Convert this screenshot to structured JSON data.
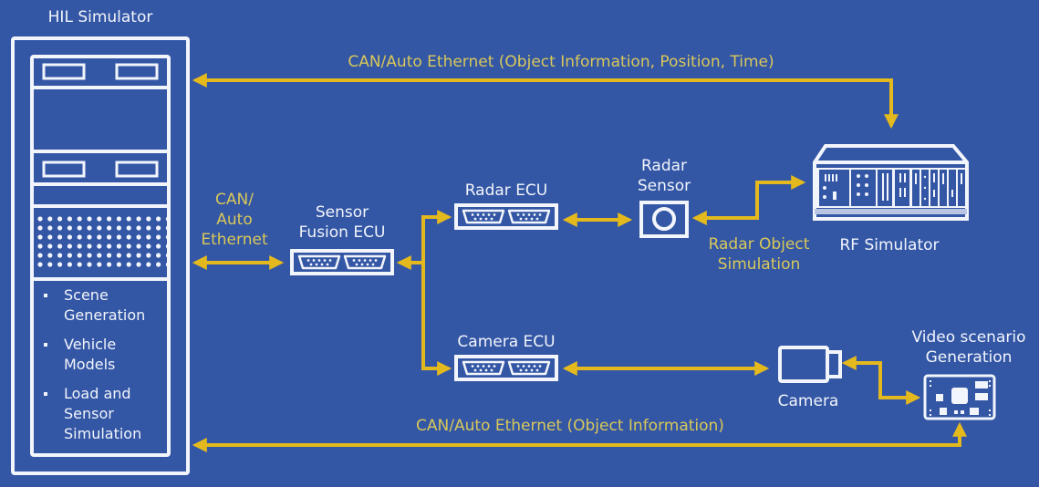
{
  "colors": {
    "background": "#3356a5",
    "foreground": "#f2f5fb",
    "connector": "#e3b91e",
    "connector_label": "#d9c85a"
  },
  "hil": {
    "title": "HIL Simulator",
    "features": [
      {
        "lines": [
          "Scene",
          "Generation"
        ]
      },
      {
        "lines": [
          "Vehicle",
          "Models"
        ]
      },
      {
        "lines": [
          "Load and",
          "Sensor",
          "Simulation"
        ]
      }
    ]
  },
  "nodes": {
    "sensor_fusion": {
      "label_lines": [
        "Sensor",
        "Fusion ECU"
      ],
      "icon": "dual-serial-connector-icon"
    },
    "radar_ecu": {
      "label": "Radar ECU",
      "icon": "dual-serial-connector-icon"
    },
    "radar_sensor": {
      "label_lines": [
        "Radar",
        "Sensor"
      ],
      "icon": "radar-sensor-icon"
    },
    "rf_simulator": {
      "label": "RF Simulator",
      "icon": "rack-instrument-icon"
    },
    "camera_ecu": {
      "label": "Camera ECU",
      "icon": "dual-serial-connector-icon"
    },
    "camera": {
      "label": "Camera",
      "icon": "camera-icon"
    },
    "video_gen": {
      "label_lines": [
        "Video scenario",
        "Generation"
      ],
      "icon": "circuit-board-icon"
    }
  },
  "connections": {
    "top_bus": "CAN/Auto Ethernet (Object Information, Position, Time)",
    "hil_to_fusion": [
      "CAN/",
      "Auto",
      "Ethernet"
    ],
    "radar_object_sim": [
      "Radar Object",
      "Simulation"
    ],
    "bottom_bus": "CAN/Auto Ethernet (Object Information)"
  }
}
